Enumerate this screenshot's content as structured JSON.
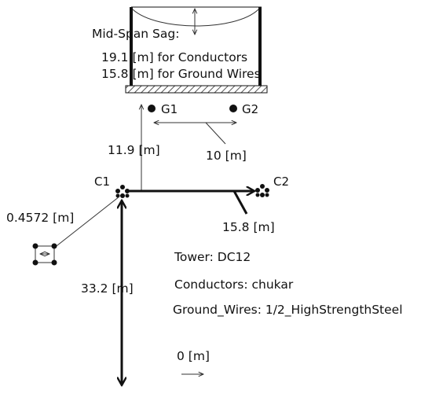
{
  "sag": {
    "title": "Mid-Span Sag:",
    "conductors": "19.1 [m] for Conductors",
    "ground_wires": "15.8 [m] for Ground Wires"
  },
  "labels": {
    "g1": "G1",
    "g2": "G2",
    "c1": "C1",
    "c2": "C2"
  },
  "dimensions": {
    "ground_spacing": "10 [m]",
    "ground_above_conductor": "11.9 [m]",
    "conductor_spacing": "15.8 [m]",
    "bundle_spacing": "0.4572 [m]",
    "conductor_height": "33.2 [m]",
    "scale": "0 [m]"
  },
  "info": {
    "tower": "Tower: DC12",
    "conductors": "Conductors: chukar",
    "ground_wires": "Ground_Wires: 1/2_HighStrengthSteel"
  },
  "colors": {
    "ink": "#111111",
    "thin": "#333333",
    "hatch": "#555555"
  }
}
